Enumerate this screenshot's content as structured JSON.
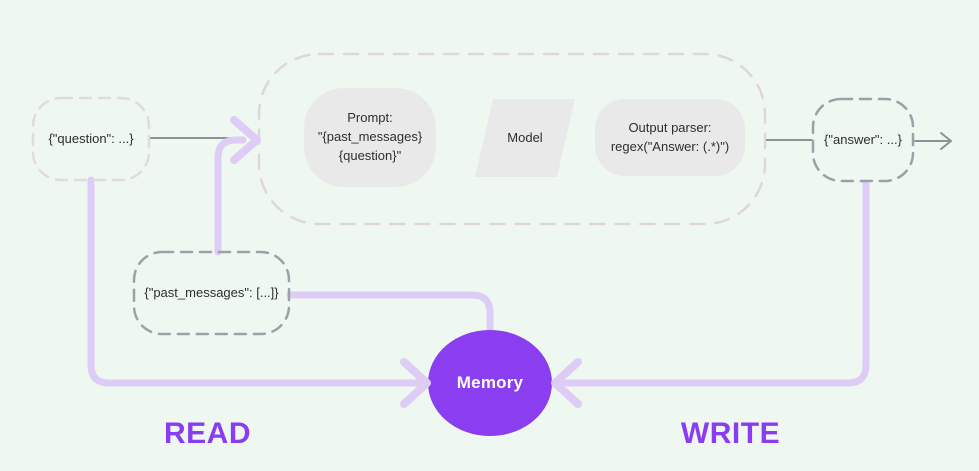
{
  "title": "Memory read/write chain flow diagram",
  "nodes": {
    "question": {
      "label": "{\"question\": ...}"
    },
    "prompt": {
      "label": "Prompt:\n\"{past_messages}\n{question}\""
    },
    "model": {
      "label": "Model"
    },
    "output_parser": {
      "label": "Output parser:\nregex(\"Answer: (.*)\")"
    },
    "answer": {
      "label": "{\"answer\": ...}"
    },
    "past_messages": {
      "label": "{\"past_messages\": [...]}"
    },
    "memory": {
      "label": "Memory"
    }
  },
  "annotations": {
    "read": "READ",
    "write": "WRITE"
  },
  "colors": {
    "background": "#eef8f1",
    "memory_fill": "#8a3ef0",
    "arrow_purple": "#ddccf5",
    "label_purple": "#8a3cf2",
    "connector_gray": "#8c9196",
    "dash_dark": "#9aa1a8",
    "dash_light": "#ded6dc",
    "node_fill": "#e9e9ea",
    "text_dark": "#2c2e30"
  }
}
